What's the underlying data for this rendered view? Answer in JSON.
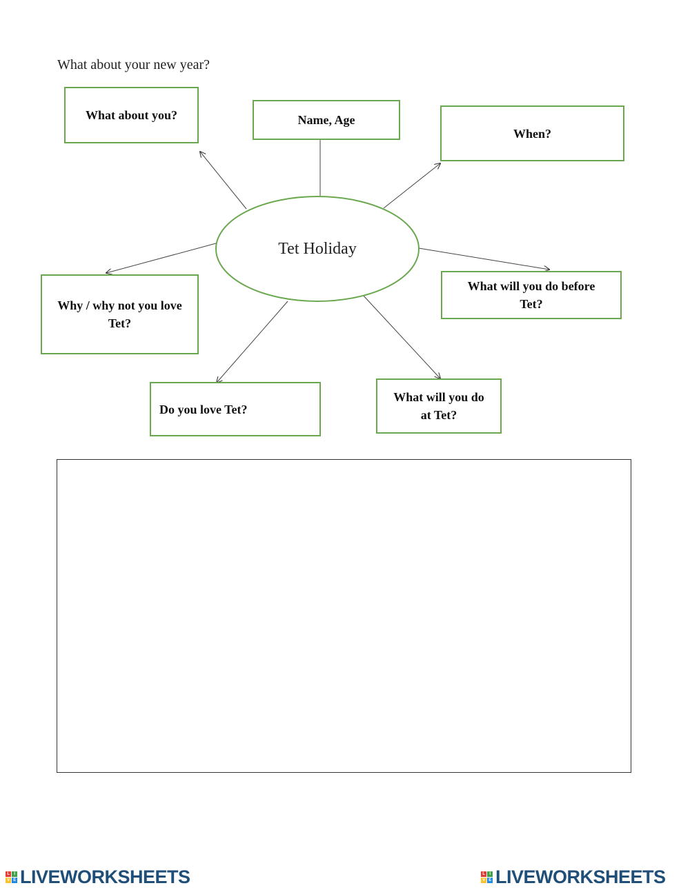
{
  "prompt": "What about your new year?",
  "center": {
    "label": "Tet Holiday"
  },
  "nodes": {
    "about_you": "What about you?",
    "name_age": "Name, Age",
    "when": "When?",
    "before_tet": "What will you do before Tet?",
    "why_love": "Why / why not you love Tet?",
    "love_tet": "Do you love Tet?",
    "at_tet": "What will you do at Tet?"
  },
  "answer_box": {
    "value": ""
  },
  "branding": {
    "name": "LIVEWORKSHEETS",
    "logo_letters": [
      "L",
      "I",
      "V",
      "E"
    ],
    "logo_colors": [
      "#e53935",
      "#43a047",
      "#fbc02d",
      "#1e88e5"
    ]
  },
  "colors": {
    "node_border": "#6aa84f",
    "brand_text": "#1f4e79"
  }
}
